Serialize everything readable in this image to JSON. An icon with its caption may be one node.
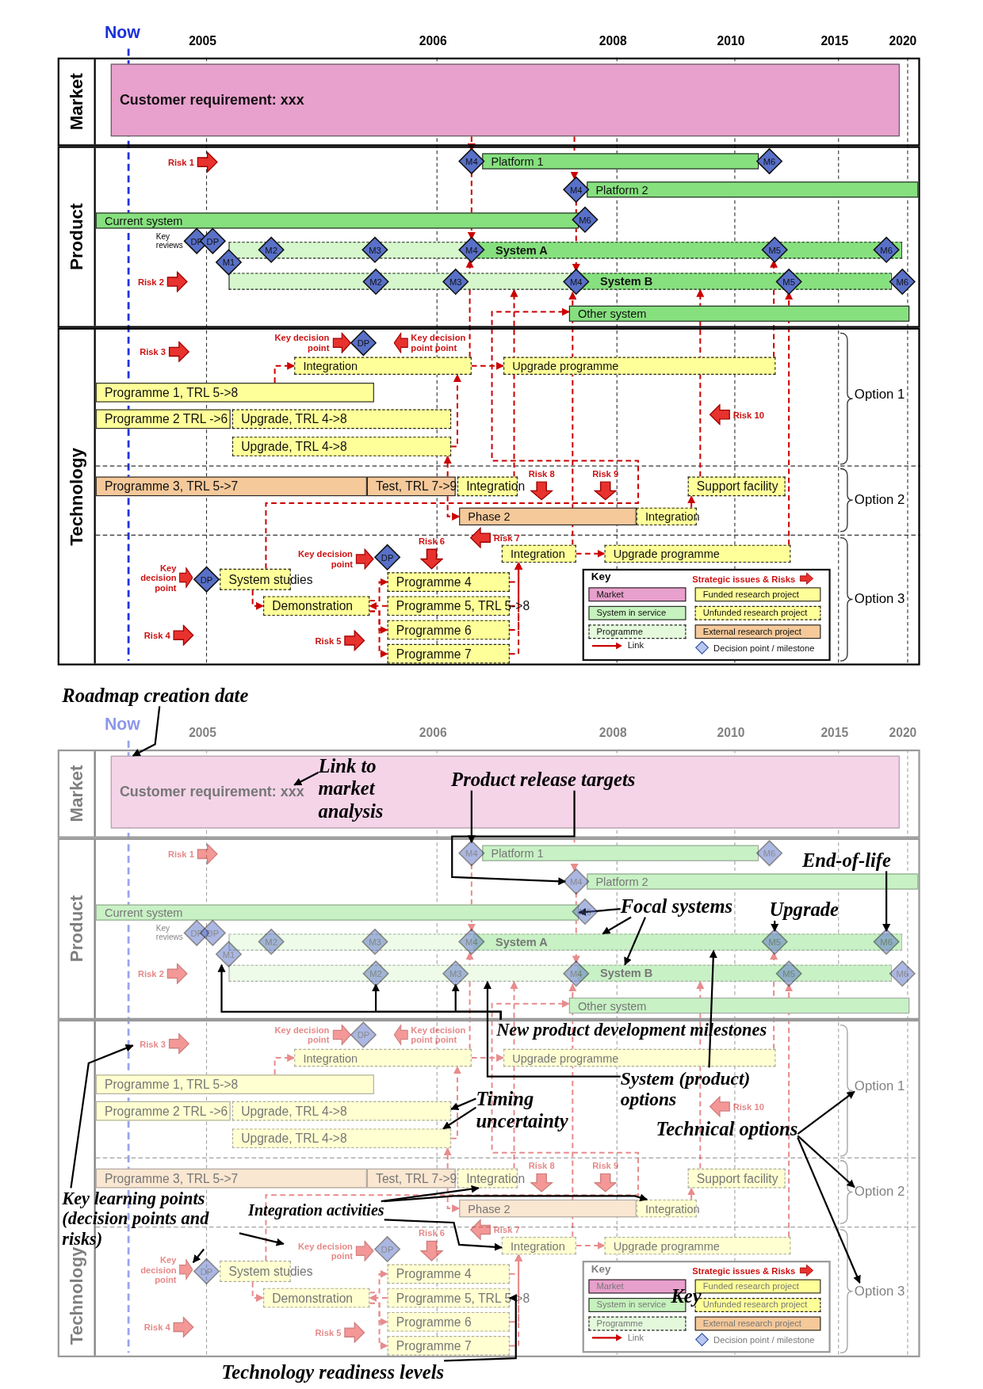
{
  "diagram": {
    "nodes": [
      {
        "text": [
          "Market"
        ]
      },
      {
        "text": [
          "Product"
        ]
      },
      {
        "text": [
          "Technology"
        ]
      },
      {
        "text": [
          "Customer requirement: xxx"
        ],
        "in": 0
      },
      {
        "text": [],
        "shape": "arrow",
        "beside": [
          "Risk 1"
        ],
        "in": 1
      },
      {
        "text": [
          "M4"
        ],
        "in": 1
      },
      {
        "text": [
          "Platform 1"
        ],
        "in": 1
      },
      {
        "text": [
          "M6"
        ],
        "in": 1
      },
      {
        "text": [
          "M4"
        ],
        "in": 1
      },
      {
        "text": [
          "Platform 2"
        ],
        "in": 1
      },
      {
        "text": [
          "Current system"
        ],
        "in": 1
      },
      {
        "text": [
          "M6"
        ],
        "in": 1
      },
      {
        "text": [
          "DP"
        ],
        "in": 1
      },
      {
        "text": [
          "DP"
        ],
        "in": 1
      },
      {
        "text": [
          "M1"
        ],
        "in": 1
      },
      {
        "text": [
          "M2"
        ],
        "in": 1
      },
      {
        "text": [
          "M3"
        ],
        "in": 1
      },
      {
        "text": [
          "M4"
        ],
        "in": 1
      },
      {
        "text": [
          "System A"
        ],
        "in": 1
      },
      {
        "text": [
          "M5"
        ],
        "in": 1
      },
      {
        "text": [
          "M6"
        ],
        "in": 1
      },
      {
        "text": [],
        "shape": "arrow",
        "beside": [
          "Risk 2"
        ],
        "in": 1
      },
      {
        "text": [
          "M2"
        ],
        "in": 1
      },
      {
        "text": [
          "M3"
        ],
        "in": 1
      },
      {
        "text": [
          "M4"
        ],
        "in": 1
      },
      {
        "text": [
          "System B"
        ],
        "in": 1
      },
      {
        "text": [
          "M5"
        ],
        "in": 1
      },
      {
        "text": [
          "M6"
        ],
        "in": 1
      },
      {
        "text": [
          "Other system"
        ],
        "in": 1
      },
      {
        "text": [],
        "shape": "arrow",
        "beside": [
          "Risk 3"
        ],
        "in": 2
      },
      {
        "text": [],
        "shape": "arrow",
        "beside": [
          "Key decision point"
        ],
        "in": 2
      },
      {
        "text": [
          "DP"
        ],
        "in": 2
      },
      {
        "text": [],
        "shape": "arrow",
        "beside": [
          "Key decision point point"
        ],
        "in": 2
      },
      {
        "text": [
          "Integration"
        ],
        "in": 2
      },
      {
        "text": [
          "Upgrade programme"
        ],
        "in": 2
      },
      {
        "text": [
          "Programme 1, TRL 5->8"
        ],
        "in": 2
      },
      {
        "text": [
          "Programme 2 TRL ->6"
        ],
        "in": 2
      },
      {
        "text": [
          "Upgrade, TRL 4->8"
        ],
        "in": 2
      },
      {
        "text": [],
        "shape": "arrow",
        "beside": [
          "Risk 10"
        ],
        "in": 2
      },
      {
        "text": [
          "Upgrade, TRL 4->8"
        ],
        "in": 2
      },
      {
        "text": [
          "Programme 3, TRL 5->7"
        ],
        "in": 2
      },
      {
        "text": [
          "Test, TRL 7->9"
        ],
        "in": 2
      },
      {
        "text": [
          "Integration"
        ],
        "in": 2
      },
      {
        "text": [],
        "shape": "arrow",
        "beside": [
          "Risk 8"
        ],
        "in": 2
      },
      {
        "text": [],
        "shape": "arrow",
        "beside": [
          "Risk 9"
        ],
        "in": 2
      },
      {
        "text": [
          "Support facility"
        ],
        "in": 2
      },
      {
        "text": [
          "Phase 2"
        ],
        "in": 2
      },
      {
        "text": [
          "Integration"
        ],
        "in": 2
      },
      {
        "text": [],
        "shape": "arrow",
        "beside": [
          "Risk 6"
        ],
        "in": 2
      },
      {
        "text": [],
        "shape": "arrow",
        "beside": [
          "Risk 7"
        ],
        "in": 2
      },
      {
        "text": [
          "Integration"
        ],
        "in": 2
      },
      {
        "text": [
          "Upgrade programme"
        ],
        "in": 2
      },
      {
        "text": [],
        "shape": "arrow",
        "beside": [
          "Key decision point"
        ],
        "in": 2
      },
      {
        "text": [
          "DP"
        ],
        "in": 2
      },
      {
        "text": [],
        "shape": "arrow",
        "beside": [
          "Key decision point"
        ],
        "in": 2
      },
      {
        "text": [
          "DP"
        ],
        "in": 2
      },
      {
        "text": [
          "System studies"
        ],
        "in": 2
      },
      {
        "text": [
          "Programme 4"
        ],
        "in": 2
      },
      {
        "text": [
          "Demonstration"
        ],
        "in": 2
      },
      {
        "text": [
          "Programme 5, TRL 5->8"
        ],
        "in": 2
      },
      {
        "text": [],
        "shape": "arrow",
        "beside": [
          "Risk 4"
        ],
        "in": 2
      },
      {
        "text": [
          "Programme 6"
        ],
        "in": 2
      },
      {
        "text": [],
        "shape": "arrow",
        "beside": [
          "Risk 5"
        ],
        "in": 2
      },
      {
        "text": [
          "Programme 7"
        ],
        "in": 2
      },
      {
        "text": [
          "Option 1"
        ],
        "in": 2
      },
      {
        "text": [
          "Option 2"
        ],
        "in": 2
      },
      {
        "text": [
          "Option 3"
        ],
        "in": 2
      },
      {
        "text": [
          "Market"
        ]
      },
      {
        "text": [
          "Product"
        ]
      },
      {
        "text": [
          "Technology"
        ]
      },
      {
        "text": [
          "Customer requirement: xxx"
        ],
        "in": 67
      },
      {
        "text": [],
        "shape": "arrow",
        "beside": [
          "Risk 1"
        ],
        "in": 68
      },
      {
        "text": [
          "M4"
        ],
        "in": 68
      },
      {
        "text": [
          "Platform 1"
        ],
        "in": 68
      },
      {
        "text": [
          "M6"
        ],
        "in": 68
      },
      {
        "text": [
          "M4"
        ],
        "in": 68
      },
      {
        "text": [
          "Platform 2"
        ],
        "in": 68
      },
      {
        "text": [
          "Current system"
        ],
        "in": 68
      },
      {
        "text": [
          "M6"
        ],
        "in": 68
      },
      {
        "text": [
          "DP"
        ],
        "in": 68
      },
      {
        "text": [
          "DP"
        ],
        "in": 68
      },
      {
        "text": [
          "M1"
        ],
        "in": 68
      },
      {
        "text": [
          "M2"
        ],
        "in": 68
      },
      {
        "text": [
          "M3"
        ],
        "in": 68
      },
      {
        "text": [
          "M4"
        ],
        "in": 68
      },
      {
        "text": [
          "System A"
        ],
        "in": 68
      },
      {
        "text": [
          "M5"
        ],
        "in": 68
      },
      {
        "text": [
          "M6"
        ],
        "in": 68
      },
      {
        "text": [],
        "shape": "arrow",
        "beside": [
          "Risk 2"
        ],
        "in": 68
      },
      {
        "text": [
          "M2"
        ],
        "in": 68
      },
      {
        "text": [
          "M3"
        ],
        "in": 68
      },
      {
        "text": [
          "M4"
        ],
        "in": 68
      },
      {
        "text": [
          "System B"
        ],
        "in": 68
      },
      {
        "text": [
          "M5"
        ],
        "in": 68
      },
      {
        "text": [
          "M6"
        ],
        "in": 68
      },
      {
        "text": [
          "Other system"
        ],
        "in": 68
      },
      {
        "text": [],
        "shape": "arrow",
        "beside": [
          "Risk 3"
        ],
        "in": 69
      },
      {
        "text": [],
        "shape": "arrow",
        "beside": [
          "Key decision point"
        ],
        "in": 69
      },
      {
        "text": [
          "DP"
        ],
        "in": 69
      },
      {
        "text": [],
        "shape": "arrow",
        "beside": [
          "Key decision point point"
        ],
        "in": 69
      },
      {
        "text": [
          "Integration"
        ],
        "in": 69
      },
      {
        "text": [
          "Upgrade programme"
        ],
        "in": 69
      },
      {
        "text": [
          "Programme 1, TRL 5->8"
        ],
        "in": 69
      },
      {
        "text": [
          "Programme 2 TRL ->6"
        ],
        "in": 69
      },
      {
        "text": [
          "Upgrade, TRL 4->8"
        ],
        "in": 69
      },
      {
        "text": [],
        "shape": "arrow",
        "beside": [
          "Risk 10"
        ],
        "in": 69
      },
      {
        "text": [
          "Upgrade, TRL 4->8"
        ],
        "in": 69
      },
      {
        "text": [
          "Programme 3, TRL 5->7"
        ],
        "in": 69
      },
      {
        "text": [
          "Test, TRL 7->9"
        ],
        "in": 69
      },
      {
        "text": [
          "Integration"
        ],
        "in": 69
      },
      {
        "text": [],
        "shape": "arrow",
        "beside": [
          "Risk 8"
        ],
        "in": 69
      },
      {
        "text": [],
        "shape": "arrow",
        "beside": [
          "Risk 9"
        ],
        "in": 69
      },
      {
        "text": [
          "Support facility"
        ],
        "in": 69
      },
      {
        "text": [
          "Phase 2"
        ],
        "in": 69
      },
      {
        "text": [
          "Integration"
        ],
        "in": 69
      },
      {
        "text": [],
        "shape": "arrow",
        "beside": [
          "Risk 6"
        ],
        "in": 69
      },
      {
        "text": [],
        "shape": "arrow",
        "beside": [
          "Risk 7"
        ],
        "in": 69
      },
      {
        "text": [
          "Integration"
        ],
        "in": 69
      },
      {
        "text": [
          "Upgrade programme"
        ],
        "in": 69
      },
      {
        "text": [],
        "shape": "arrow",
        "beside": [
          "Key decision point"
        ],
        "in": 69
      },
      {
        "text": [
          "DP"
        ],
        "in": 69
      },
      {
        "text": [],
        "shape": "arrow",
        "beside": [
          "Key decision point"
        ],
        "in": 69
      },
      {
        "text": [
          "DP"
        ],
        "in": 69
      },
      {
        "text": [
          "System studies"
        ],
        "in": 69
      },
      {
        "text": [
          "Programme 4"
        ],
        "in": 69
      },
      {
        "text": [
          "Demonstration"
        ],
        "in": 69
      },
      {
        "text": [
          "Programme 5, TRL 5->8"
        ],
        "in": 69
      },
      {
        "text": [],
        "shape": "arrow",
        "beside": [
          "Risk 4"
        ],
        "in": 69
      },
      {
        "text": [
          "Programme 6"
        ],
        "in": 69
      },
      {
        "text": [],
        "shape": "arrow",
        "beside": [
          "Risk 5"
        ],
        "in": 69
      },
      {
        "text": [
          "Programme 7"
        ],
        "in": 69
      },
      {
        "text": [
          "Option 1"
        ],
        "in": 69
      },
      {
        "text": [
          "Option 2"
        ],
        "in": 69
      },
      {
        "text": [
          "Option 3"
        ],
        "in": 69
      },
      {
        "text": [
          "Roadmap creation date"
        ]
      },
      {
        "text": [
          "Link to market analysis"
        ],
        "in": 70
      },
      {
        "text": [
          "Product release targets"
        ],
        "in": 70
      },
      {
        "text": [
          "End-of-life"
        ],
        "in": 68
      },
      {
        "text": [
          "Focal systems"
        ],
        "in": 68
      },
      {
        "text": [
          "New product development milestones"
        ],
        "in": 69
      },
      {
        "text": [
          "Upgrade"
        ],
        "in": 68
      },
      {
        "text": [
          "System (product) options"
        ],
        "in": 69
      },
      {
        "text": [
          "Timing uncertainty"
        ],
        "in": 69
      },
      {
        "text": [
          "Technical options"
        ],
        "in": 69
      },
      {
        "text": [
          "Key learning points (decision points and risks)"
        ],
        "in": 69
      },
      {
        "text": [
          "Integration activities"
        ],
        "in": 69
      },
      {
        "text": [
          "Technology readiness levels"
        ]
      }
    ],
    "edges": [
      {
        "from": 3,
        "to": 5,
        "arrow": "to",
        "style": "dashed",
        "color": "#cc0000"
      },
      {
        "from": 3,
        "to": 8,
        "arrow": "to",
        "style": "dashed",
        "color": "#cc0000"
      },
      {
        "from": 5,
        "to": 17,
        "arrow": "to",
        "style": "dashed",
        "color": "#cc0000"
      },
      {
        "from": 8,
        "to": 24,
        "arrow": "to",
        "style": "dashed",
        "color": "#cc0000"
      },
      {
        "from": 33,
        "to": 17,
        "arrow": "to",
        "style": "dashed",
        "color": "#cc0000"
      },
      {
        "from": 33,
        "to": 34,
        "arrow": "to",
        "style": "dashed",
        "color": "#cc0000"
      },
      {
        "from": 35,
        "to": 33,
        "arrow": "to",
        "style": "dashed",
        "color": "#cc0000"
      },
      {
        "from": 39,
        "to": 33,
        "arrow": "to",
        "style": "dashed",
        "color": "#cc0000"
      },
      {
        "from": 41,
        "to": 39,
        "arrow": "to",
        "style": "dashed",
        "color": "#cc0000"
      },
      {
        "from": 34,
        "to": 19,
        "arrow": "to",
        "style": "dashed",
        "color": "#cc0000"
      },
      {
        "from": 51,
        "to": 26,
        "arrow": "to",
        "style": "dashed",
        "color": "#cc0000"
      },
      {
        "from": 42,
        "to": 25,
        "arrow": "to",
        "style": "dashed",
        "color": "#cc0000"
      },
      {
        "from": 45,
        "to": 25,
        "arrow": "to",
        "style": "dashed",
        "color": "#cc0000"
      },
      {
        "from": 47,
        "to": 45,
        "arrow": "to",
        "style": "dashed",
        "color": "#cc0000"
      },
      {
        "from": 41,
        "to": 46,
        "arrow": "to",
        "style": "dashed",
        "color": "#cc0000"
      },
      {
        "from": 50,
        "to": 51,
        "arrow": "to",
        "style": "dashed",
        "color": "#cc0000"
      },
      {
        "from": 57,
        "to": 50,
        "arrow": "to",
        "style": "dashed",
        "color": "#cc0000"
      },
      {
        "from": 59,
        "to": 50,
        "arrow": "to",
        "style": "dashed",
        "color": "#cc0000"
      },
      {
        "from": 61,
        "to": 50,
        "arrow": "to",
        "style": "dashed",
        "color": "#cc0000"
      },
      {
        "from": 63,
        "to": 50,
        "arrow": "to",
        "style": "dashed",
        "color": "#cc0000"
      },
      {
        "from": 56,
        "to": 58,
        "arrow": "to",
        "style": "dashed",
        "color": "#cc0000"
      },
      {
        "from": 58,
        "to": 57,
        "arrow": "to",
        "style": "dashed",
        "color": "#cc0000"
      },
      {
        "from": 58,
        "to": 61,
        "arrow": "to",
        "style": "dashed",
        "color": "#cc0000"
      },
      {
        "from": 58,
        "to": 63,
        "arrow": "to",
        "style": "dashed",
        "color": "#cc0000"
      },
      {
        "from": 59,
        "to": 58,
        "arrow": "to",
        "style": "dashed",
        "color": "#cc0000"
      },
      {
        "from": 56,
        "to": 28,
        "arrow": "to",
        "style": "dashed",
        "color": "#cc0000"
      },
      {
        "from": 50,
        "to": 24,
        "arrow": "to",
        "style": "dashed",
        "color": "#cc0000"
      },
      {
        "from": 70,
        "to": 72,
        "arrow": "to",
        "style": "dashed",
        "color": "#cc0000"
      },
      {
        "from": 70,
        "to": 75,
        "arrow": "to",
        "style": "dashed",
        "color": "#cc0000"
      },
      {
        "from": 72,
        "to": 84,
        "arrow": "to",
        "style": "dashed",
        "color": "#cc0000"
      },
      {
        "from": 75,
        "to": 91,
        "arrow": "to",
        "style": "dashed",
        "color": "#cc0000"
      },
      {
        "from": 100,
        "to": 84,
        "arrow": "to",
        "style": "dashed",
        "color": "#cc0000"
      },
      {
        "from": 100,
        "to": 101,
        "arrow": "to",
        "style": "dashed",
        "color": "#cc0000"
      },
      {
        "from": 102,
        "to": 100,
        "arrow": "to",
        "style": "dashed",
        "color": "#cc0000"
      },
      {
        "from": 106,
        "to": 100,
        "arrow": "to",
        "style": "dashed",
        "color": "#cc0000"
      },
      {
        "from": 108,
        "to": 106,
        "arrow": "to",
        "style": "dashed",
        "color": "#cc0000"
      },
      {
        "from": 101,
        "to": 86,
        "arrow": "to",
        "style": "dashed",
        "color": "#cc0000"
      },
      {
        "from": 118,
        "to": 93,
        "arrow": "to",
        "style": "dashed",
        "color": "#cc0000"
      },
      {
        "from": 109,
        "to": 92,
        "arrow": "to",
        "style": "dashed",
        "color": "#cc0000"
      },
      {
        "from": 112,
        "to": 92,
        "arrow": "to",
        "style": "dashed",
        "color": "#cc0000"
      },
      {
        "from": 114,
        "to": 112,
        "arrow": "to",
        "style": "dashed",
        "color": "#cc0000"
      },
      {
        "from": 108,
        "to": 113,
        "arrow": "to",
        "style": "dashed",
        "color": "#cc0000"
      },
      {
        "from": 117,
        "to": 118,
        "arrow": "to",
        "style": "dashed",
        "color": "#cc0000"
      },
      {
        "from": 124,
        "to": 117,
        "arrow": "to",
        "style": "dashed",
        "color": "#cc0000"
      },
      {
        "from": 126,
        "to": 117,
        "arrow": "to",
        "style": "dashed",
        "color": "#cc0000"
      },
      {
        "from": 128,
        "to": 117,
        "arrow": "to",
        "style": "dashed",
        "color": "#cc0000"
      },
      {
        "from": 130,
        "to": 117,
        "arrow": "to",
        "style": "dashed",
        "color": "#cc0000"
      },
      {
        "from": 123,
        "to": 125,
        "arrow": "to",
        "style": "dashed",
        "color": "#cc0000"
      },
      {
        "from": 125,
        "to": 124,
        "arrow": "to",
        "style": "dashed",
        "color": "#cc0000"
      },
      {
        "from": 125,
        "to": 128,
        "arrow": "to",
        "style": "dashed",
        "color": "#cc0000"
      },
      {
        "from": 125,
        "to": 130,
        "arrow": "to",
        "style": "dashed",
        "color": "#cc0000"
      },
      {
        "from": 126,
        "to": 125,
        "arrow": "to",
        "style": "dashed",
        "color": "#cc0000"
      },
      {
        "from": 123,
        "to": 95,
        "arrow": "to",
        "style": "dashed",
        "color": "#cc0000"
      },
      {
        "from": 117,
        "to": 91,
        "arrow": "to",
        "style": "dashed",
        "color": "#cc0000"
      },
      {
        "from": 134,
        "to": 70,
        "arrow": "to",
        "color": "#000000"
      },
      {
        "from": 135,
        "to": null,
        "arrow": "to",
        "color": "#000000"
      },
      {
        "from": 136,
        "to": 72,
        "arrow": "to",
        "color": "#000000"
      },
      {
        "from": 136,
        "to": 75,
        "arrow": "to",
        "color": "#000000"
      },
      {
        "from": 137,
        "to": 87,
        "arrow": "to",
        "color": "#000000"
      },
      {
        "from": 138,
        "to": 77,
        "arrow": "to",
        "color": "#000000"
      },
      {
        "from": 138,
        "to": 85,
        "arrow": "to",
        "color": "#000000"
      },
      {
        "from": 138,
        "to": 92,
        "arrow": "to",
        "color": "#000000"
      },
      {
        "from": 139,
        "to": 81,
        "arrow": "to",
        "color": "#000000"
      },
      {
        "from": 139,
        "to": 89,
        "arrow": "to",
        "color": "#000000"
      },
      {
        "from": 139,
        "to": 90,
        "arrow": "to",
        "color": "#000000"
      },
      {
        "from": 140,
        "to": 86,
        "arrow": "to",
        "color": "#000000"
      },
      {
        "from": 141,
        "to": 92,
        "arrow": "to",
        "color": "#000000"
      },
      {
        "from": 141,
        "to": 85,
        "arrow": "to",
        "color": "#000000"
      },
      {
        "from": 142,
        "to": 104,
        "arrow": "to",
        "color": "#000000"
      },
      {
        "from": 142,
        "to": 106,
        "arrow": "to",
        "color": "#000000"
      },
      {
        "from": 143,
        "to": 131,
        "arrow": "to",
        "color": "#000000"
      },
      {
        "from": 143,
        "to": 132,
        "arrow": "to",
        "color": "#000000"
      },
      {
        "from": 143,
        "to": 133,
        "arrow": "to",
        "color": "#000000"
      },
      {
        "from": 144,
        "to": 96,
        "arrow": "to",
        "color": "#000000"
      },
      {
        "from": 144,
        "to": 119,
        "arrow": "to",
        "color": "#000000"
      },
      {
        "from": 144,
        "to": 121,
        "arrow": "to",
        "color": "#000000"
      },
      {
        "from": 145,
        "to": 109,
        "arrow": "to",
        "color": "#000000"
      },
      {
        "from": 145,
        "to": 114,
        "arrow": "to",
        "color": "#000000"
      },
      {
        "from": 145,
        "to": 117,
        "arrow": "to",
        "color": "#000000"
      },
      {
        "from": 146,
        "to": 126,
        "arrow": "to",
        "color": "#000000"
      }
    ],
    "labels": [
      "Now",
      "2005",
      "2006",
      "2008",
      "2010",
      "2015",
      "2020",
      "Key reviews",
      "Key",
      "Now",
      "2005",
      "2006",
      "2008",
      "2010",
      "2015",
      "2020",
      "Key reviews",
      "Key",
      "Key"
    ],
    "legend": [
      {
        "text": "Strategic issues & Risks"
      },
      {
        "text": "Market",
        "color": "#e8a0cc"
      },
      {
        "text": "Funded research project",
        "color": "#ffff99"
      },
      {
        "text": "System in service",
        "color": "#c6f2bd"
      },
      {
        "text": "Unfunded research project",
        "color": "#ffff99"
      },
      {
        "text": "Programme",
        "color": "#e4f9dc"
      },
      {
        "text": "External research project",
        "color": "#f5c99a"
      },
      {
        "text": "Link"
      },
      {
        "text": "Decision point / milestone"
      },
      {
        "text": "Strategic issues & Risks"
      },
      {
        "text": "Market",
        "color": "#e8a0cc"
      },
      {
        "text": "Funded research project",
        "color": "#ffff99"
      },
      {
        "text": "System in service",
        "color": "#c6f2bd"
      },
      {
        "text": "Unfunded research project",
        "color": "#ffff99"
      },
      {
        "text": "Programme",
        "color": "#e4f9dc"
      },
      {
        "text": "External research project",
        "color": "#f5c99a"
      },
      {
        "text": "Link"
      },
      {
        "text": "Decision point / milestone"
      }
    ]
  }
}
